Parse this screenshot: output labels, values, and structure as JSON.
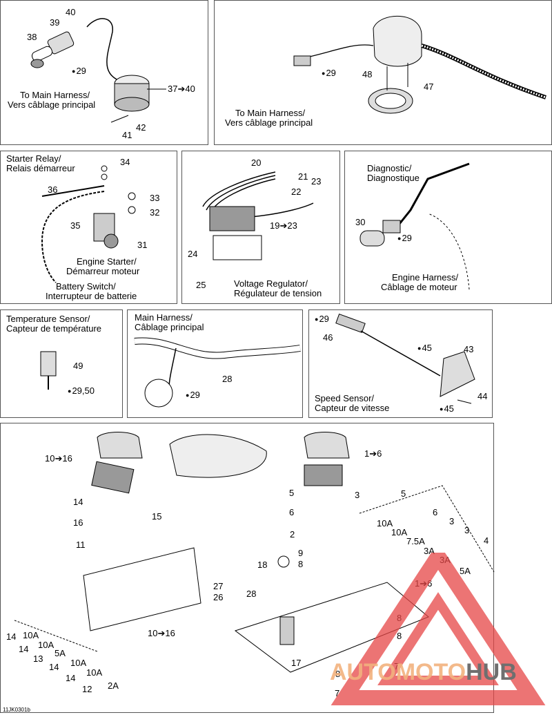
{
  "panel1": {
    "labels": [
      "40",
      "39",
      "38",
      "29",
      "To Main Harness/",
      "Vers câblage principal",
      "37➔40",
      "42",
      "41"
    ]
  },
  "panel2": {
    "labels": [
      "29",
      "48",
      "47",
      "To Main Harness/",
      "Vers câblage principal"
    ]
  },
  "panel3": {
    "title1": "Starter Relay/",
    "title2": "Relais démarreur",
    "labels": [
      "34",
      "36",
      "33",
      "32",
      "35",
      "31"
    ],
    "cap1": "Engine Starter/",
    "cap2": "Démarreur moteur",
    "cap3": "Battery Switch/",
    "cap4": "Interrupteur de batterie"
  },
  "panel4": {
    "labels": [
      "20",
      "21",
      "23",
      "22",
      "19➔23",
      "24",
      "25"
    ],
    "cap1": "Voltage Regulator/",
    "cap2": "Régulateur de tension"
  },
  "panel5": {
    "title1": "Diagnostic/",
    "title2": "Diagnostique",
    "labels": [
      "30",
      "29"
    ],
    "cap1": "Engine Harness/",
    "cap2": "Câblage de moteur"
  },
  "panel6": {
    "title1": "Temperature Sensor/",
    "title2": "Capteur de température",
    "labels": [
      "49",
      "29,50"
    ]
  },
  "panel7": {
    "title1": "Main Harness/",
    "title2": "Câblage principal",
    "labels": [
      "28",
      "29"
    ]
  },
  "panel8": {
    "labels": [
      "29",
      "46",
      "45",
      "43",
      "44",
      "45"
    ],
    "cap1": "Speed Sensor/",
    "cap2": "Capteur de vitesse"
  },
  "panel9": {
    "labels": [
      "10➔16",
      "14",
      "16",
      "15",
      "11",
      "27",
      "26",
      "10➔16",
      "14",
      "10A",
      "14",
      "10A",
      "13",
      "5A",
      "14",
      "10A",
      "14",
      "10A",
      "12",
      "2A",
      "1➔6",
      "5",
      "3",
      "6",
      "2",
      "9",
      "8",
      "18",
      "28",
      "17",
      "7",
      "7",
      "5",
      "10A",
      "6",
      "10A",
      "3",
      "7.5A",
      "3",
      "3A",
      "4",
      "3A",
      "5A",
      "1➔6",
      "8",
      "8",
      "8"
    ]
  },
  "footer": "11JK0301b",
  "watermark": {
    "part1": "AUTO",
    "part2": "MOTO",
    "part3": "HUB"
  }
}
